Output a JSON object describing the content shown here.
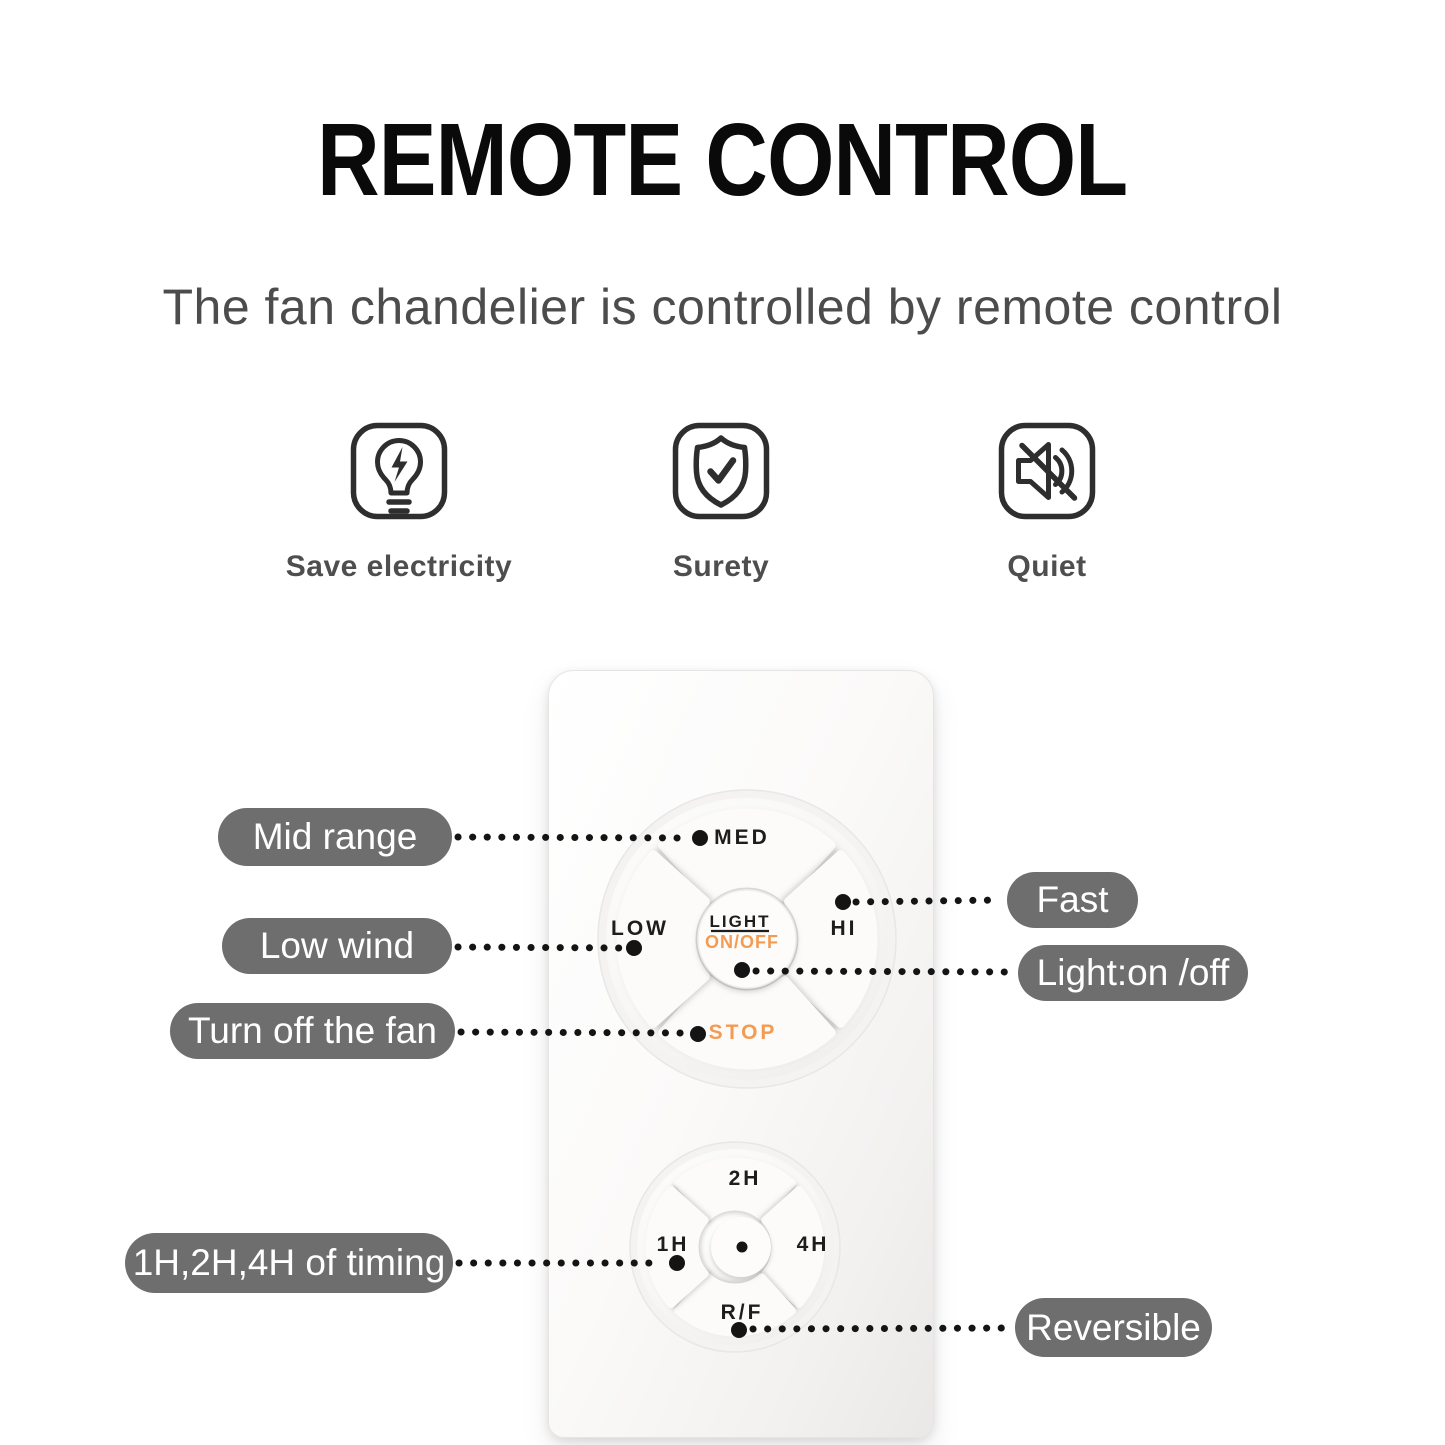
{
  "title": "REMOTE CONTROL",
  "subtitle": "The fan chandelier is controlled by remote control",
  "features": [
    {
      "icon": "bulb-energy-icon",
      "label": "Save electricity"
    },
    {
      "icon": "shield-check-icon",
      "label": "Surety"
    },
    {
      "icon": "speaker-mute-icon",
      "label": "Quiet"
    }
  ],
  "remote": {
    "fan_cluster": {
      "top": "MED",
      "left": "LOW",
      "right": "HI",
      "bottom": "STOP",
      "center_top": "LIGHT",
      "center_bottom": "ON/OFF"
    },
    "timer_cluster": {
      "top": "2H",
      "left": "1H",
      "right": "4H",
      "bottom": "R/F"
    }
  },
  "callouts": {
    "mid_range": "Mid range",
    "low_wind": "Low wind",
    "turn_off_fan": "Turn off the fan",
    "fast": "Fast",
    "light_on_off": "Light:on /off",
    "timing": "1H,2H,4H of timing",
    "reversible": "Reversible"
  },
  "colors": {
    "accent_orange": "#F49B52",
    "pill_gray": "#6E6E6E",
    "ink": "#1d1d1d"
  }
}
